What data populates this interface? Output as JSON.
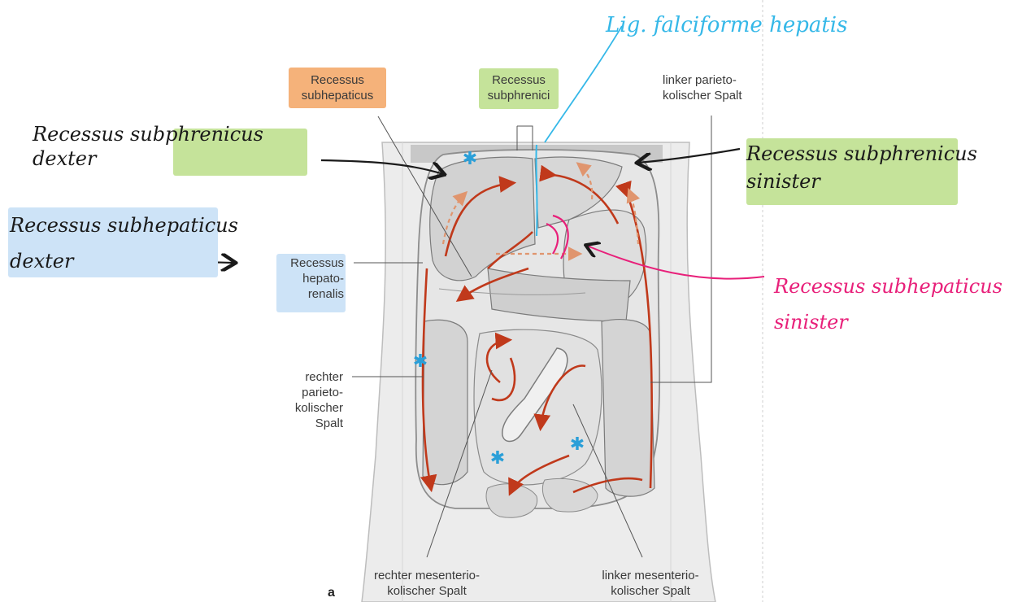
{
  "printed_labels": {
    "recessus_subhepaticus": "Recessus\nsubhepaticus",
    "recessus_subphrenici": "Recessus\nsubphrenici",
    "linker_parietokolischer": "linker parieto-\nkolischer Spalt",
    "recessus_hepatorenalis": "Recessus\nhepato-\nrenalis",
    "rechter_parietokolischer": "rechter\nparieto-\nkolischer\nSpalt",
    "rechter_mesenteriokolischer": "rechter mesenterio-\nkolischer Spalt",
    "linker_mesenteriokolischer": "linker mesenterio-\nkolischer Spalt",
    "panel_letter": "a"
  },
  "handwritten_labels": {
    "lig_falciforme": "Lig. falciforme hepatis",
    "recessus_subphrenicus_dexter": "Recessus subphrenicus\ndexter",
    "recessus_subhepaticus_dexter": "Recessus subhepaticus\ndexter",
    "recessus_subphrenicus_sinister": "Recessus subphrenicus\nsinister",
    "recessus_subhepaticus_sinister": "Recessus subhepaticus\nsinister"
  },
  "colors": {
    "highlight_orange": "#f5b27a",
    "highlight_green": "#c5e39a",
    "highlight_blue": "#cde3f7",
    "ink_cyan": "#35b8e8",
    "ink_black": "#1a1a1a",
    "ink_magenta": "#e8207a",
    "arrow_red": "#c0391b",
    "arrow_salmon": "#e0956e",
    "asterisk_blue": "#2a9fd8",
    "organ_grey": "#d9d9d9"
  },
  "icons": {
    "asterisk": "asterisk-marker-icon"
  }
}
